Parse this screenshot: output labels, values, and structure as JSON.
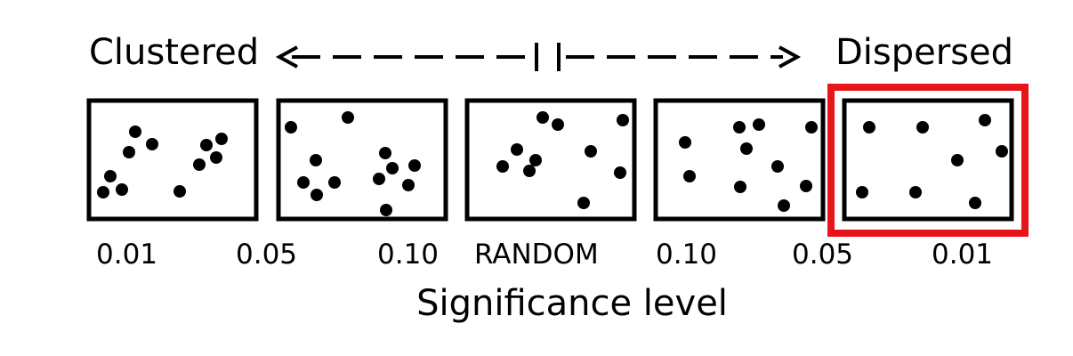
{
  "header": {
    "left_label": "Clustered",
    "right_label": "Dispersed"
  },
  "scale_labels": [
    "0.01",
    "0.05",
    "0.10",
    "RANDOM",
    "0.10",
    "0.05",
    "0.01"
  ],
  "axis_title": "Significance level",
  "colors": {
    "ink": "#000000",
    "highlight": "#e8141b"
  },
  "panels": [
    {
      "name": "clustered-001",
      "highlighted": false
    },
    {
      "name": "clustered-005",
      "highlighted": false
    },
    {
      "name": "random",
      "highlighted": false
    },
    {
      "name": "dispersed-005",
      "highlighted": false
    },
    {
      "name": "dispersed-001",
      "highlighted": true
    }
  ]
}
